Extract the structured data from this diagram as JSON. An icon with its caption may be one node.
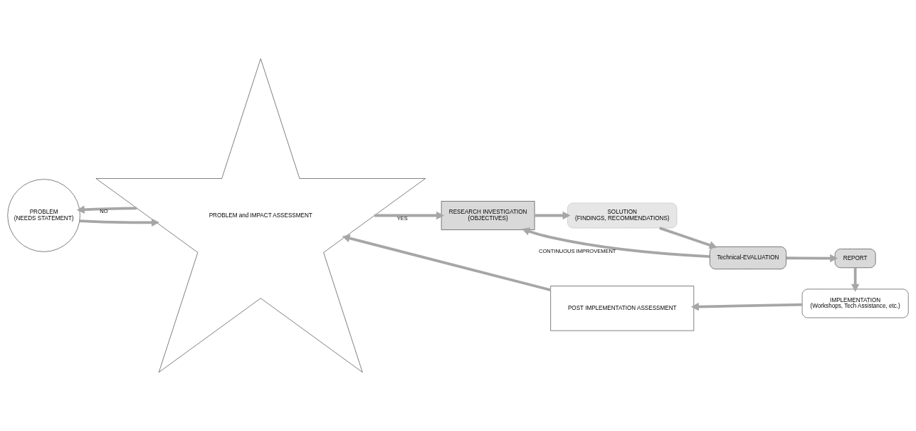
{
  "diagram": {
    "nodes": [
      {
        "text": [
          "PROBLEM",
          "(NEEDS STATEMENT)"
        ]
      },
      {
        "text": [
          "PROBLEM and IMPACT ASSESSMENT"
        ]
      },
      {
        "text": [
          "RESEARCH INVESTIGATION",
          "(OBJECTIVES)"
        ]
      },
      {
        "text": [
          "SOLUTION",
          "(FINDINGS, RECOMMENDATIONS)"
        ]
      },
      {
        "text": [
          "Technical-EVALUATION"
        ]
      },
      {
        "text": [
          "REPORT"
        ]
      },
      {
        "text": [
          "IMPLEMENTATION",
          "(Workshops, Tech Assistance, etc.)"
        ]
      },
      {
        "text": [
          "POST IMPLEMENTATION ASSESSMENT"
        ]
      }
    ],
    "edges": [
      {
        "from": 0,
        "to": 1,
        "arrow": "to"
      },
      {
        "from": 1,
        "to": 0,
        "arrow": "to",
        "label": "NO"
      },
      {
        "from": 1,
        "to": 2,
        "arrow": "to",
        "label": "YES"
      },
      {
        "from": 2,
        "to": 3,
        "arrow": "to"
      },
      {
        "from": 3,
        "to": 4,
        "arrow": "to"
      },
      {
        "from": 4,
        "to": 5,
        "arrow": "to"
      },
      {
        "from": 5,
        "to": 6,
        "arrow": "to"
      },
      {
        "from": 6,
        "to": 7,
        "arrow": "to"
      },
      {
        "from": 7,
        "to": 1,
        "arrow": "to"
      },
      {
        "from": 4,
        "to": 2,
        "arrow": "to",
        "label": "CONTINUOUS IMPROVEMENT"
      }
    ]
  }
}
